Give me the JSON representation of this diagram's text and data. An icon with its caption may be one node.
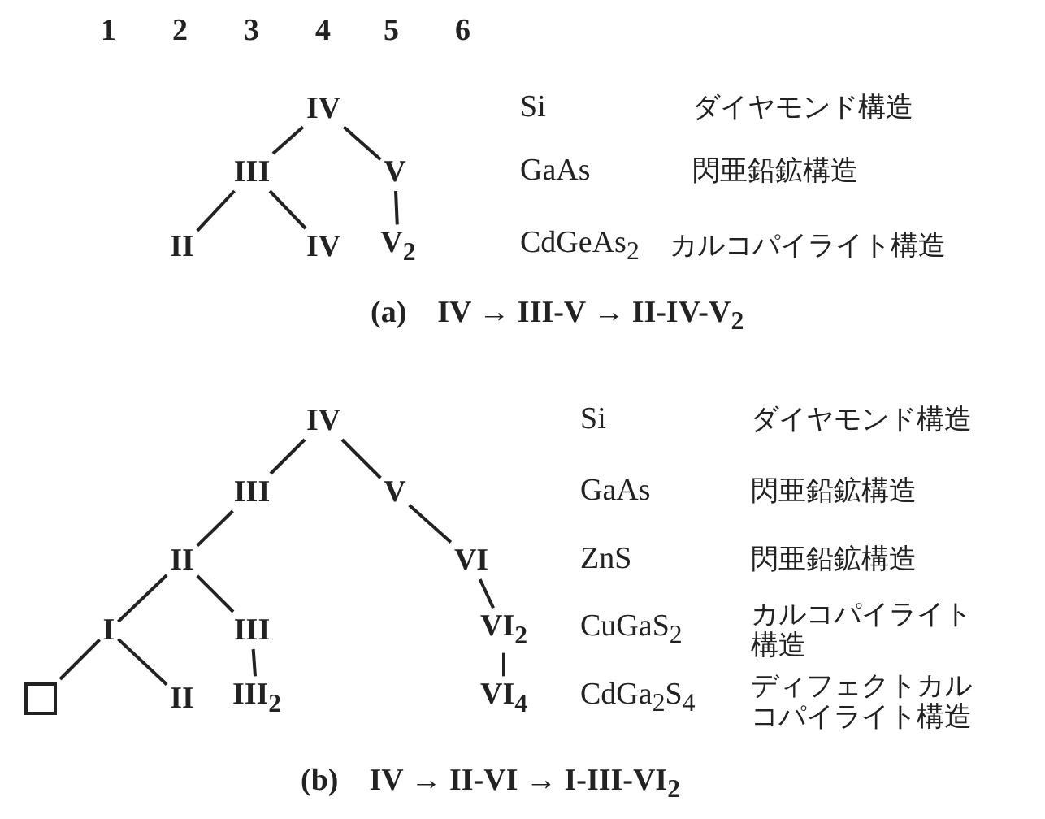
{
  "diagram": {
    "nodes": [
      {
        "text": [
          "IV"
        ]
      },
      {
        "text": [
          "III"
        ]
      },
      {
        "text": [
          "V"
        ]
      },
      {
        "text": [
          "II"
        ]
      },
      {
        "text": [
          "IV"
        ]
      },
      {
        "text": [
          "V$_{2}$"
        ]
      },
      {
        "text": [
          "IV"
        ]
      },
      {
        "text": [
          "III"
        ]
      },
      {
        "text": [
          "V"
        ]
      },
      {
        "text": [
          "II"
        ]
      },
      {
        "text": [
          "VI"
        ]
      },
      {
        "text": [
          "I"
        ]
      },
      {
        "text": [
          "III"
        ]
      },
      {
        "text": [
          "VI$_{2}$"
        ]
      },
      {
        "text": [],
        "shape": "box"
      },
      {
        "text": [
          "II"
        ]
      },
      {
        "text": [
          "III$_{2}$"
        ]
      },
      {
        "text": [
          "VI$_{4}$"
        ]
      }
    ],
    "edges": [
      {
        "from": 0,
        "to": 1,
        "arrow": "none"
      },
      {
        "from": 0,
        "to": 2,
        "arrow": "none"
      },
      {
        "from": 1,
        "to": 3,
        "arrow": "none"
      },
      {
        "from": 1,
        "to": 4,
        "arrow": "none"
      },
      {
        "from": 2,
        "to": 5,
        "arrow": "none"
      },
      {
        "from": 6,
        "to": 7,
        "arrow": "none"
      },
      {
        "from": 6,
        "to": 8,
        "arrow": "none"
      },
      {
        "from": 7,
        "to": 9,
        "arrow": "none"
      },
      {
        "from": 8,
        "to": 10,
        "arrow": "none"
      },
      {
        "from": 9,
        "to": 11,
        "arrow": "none"
      },
      {
        "from": 9,
        "to": 12,
        "arrow": "none"
      },
      {
        "from": 10,
        "to": 13,
        "arrow": "none"
      },
      {
        "from": 11,
        "to": 14,
        "arrow": "none"
      },
      {
        "from": 11,
        "to": 15,
        "arrow": "none"
      },
      {
        "from": 12,
        "to": 16,
        "arrow": "none"
      },
      {
        "from": 13,
        "to": 17,
        "arrow": "none"
      }
    ],
    "labels": [
      "1",
      "2",
      "3",
      "4",
      "5",
      "6",
      "Si",
      "ダイヤモンド構造",
      "GaAs",
      "閃亜鉛鉱構造",
      "CdGeAs$_{2}$",
      "カルコパイライト構造",
      "(a)　IV → III-V → II-IV-V$_{2}$",
      "Si",
      "ダイヤモンド構造",
      "GaAs",
      "閃亜鉛鉱構造",
      "ZnS",
      "閃亜鉛鉱構造",
      "CuGaS$_{2}$",
      "カルコパイライト構造",
      "CdGa$_{2}$S$_{4}$",
      "ディフェクトカルコパイライト構造",
      "(b)　IV → II-VI → I-III-VI$_{2}$"
    ]
  }
}
